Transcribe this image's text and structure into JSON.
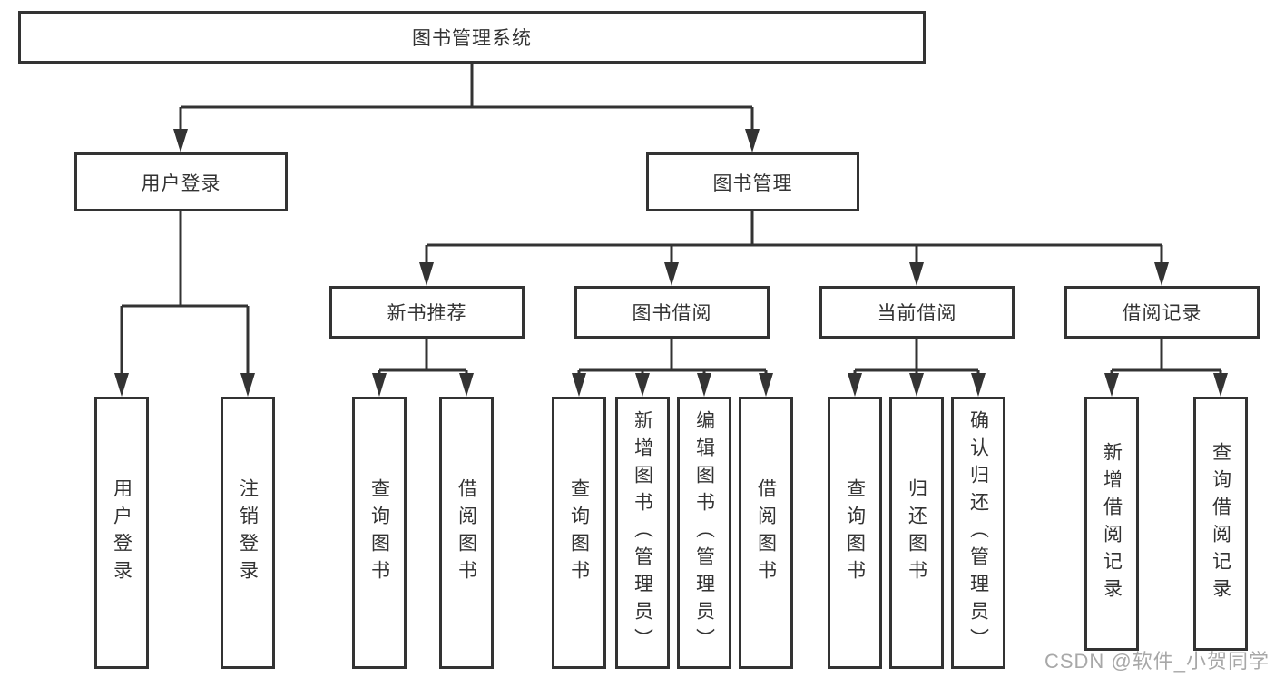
{
  "page": {
    "background": "#ffffff"
  },
  "colors": {
    "line": "#333333",
    "box_border": "#333333",
    "text": "#333333",
    "watermark": "#a8a8a8"
  },
  "watermark": {
    "text": "CSDN @软件_小贺同学"
  },
  "tree": {
    "root": {
      "label": "图书管理系统",
      "children": [
        {
          "label": "用户登录",
          "children": [
            {
              "label": "用户登录"
            },
            {
              "label": "注销登录"
            }
          ]
        },
        {
          "label": "图书管理",
          "children": [
            {
              "label": "新书推荐",
              "children": [
                {
                  "label": "查询图书"
                },
                {
                  "label": "借阅图书"
                }
              ]
            },
            {
              "label": "图书借阅",
              "children": [
                {
                  "label": "查询图书"
                },
                {
                  "label": "新增图书（管理员）"
                },
                {
                  "label": "编辑图书（管理员）"
                },
                {
                  "label": "借阅图书"
                }
              ]
            },
            {
              "label": "当前借阅",
              "children": [
                {
                  "label": "查询图书"
                },
                {
                  "label": "归还图书"
                },
                {
                  "label": "确认归还（管理员）"
                }
              ]
            },
            {
              "label": "借阅记录",
              "children": [
                {
                  "label": "新增借阅记录"
                },
                {
                  "label": "查询借阅记录"
                }
              ]
            }
          ]
        }
      ]
    }
  }
}
